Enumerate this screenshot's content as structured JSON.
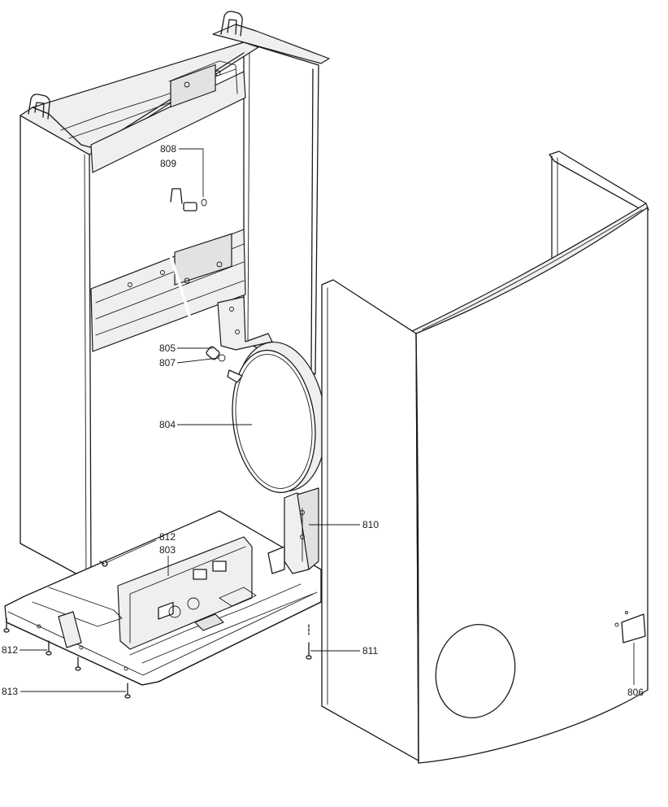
{
  "callouts": {
    "c808": "808",
    "c809": "809",
    "c805": "805",
    "c807": "807",
    "c804": "804",
    "c810": "810",
    "c812a": "812",
    "c803": "803",
    "c812b": "812",
    "c811": "811",
    "c813": "813",
    "c806": "806"
  }
}
